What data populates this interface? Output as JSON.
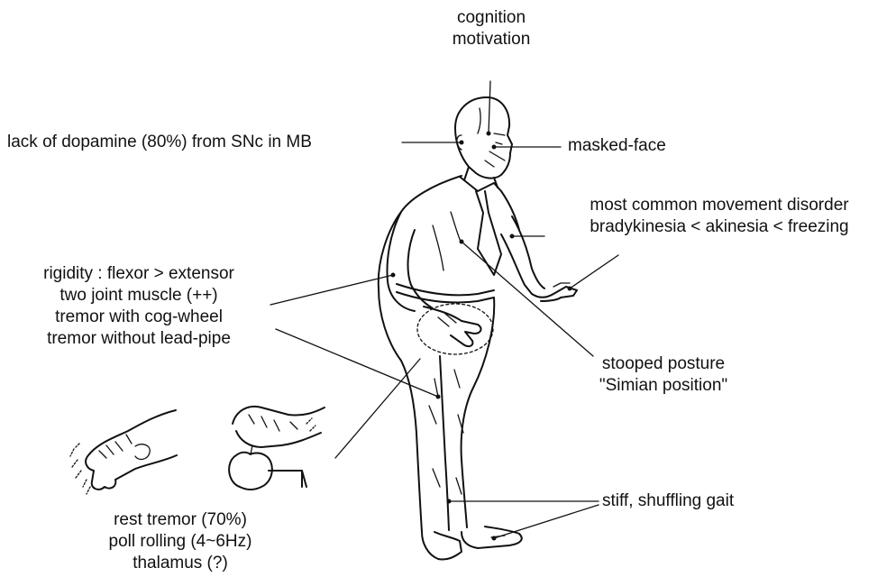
{
  "labels": {
    "brain": [
      "cognition",
      "motivation"
    ],
    "dopamine": "lack of dopamine (80%) from SNc in MB",
    "face": "masked-face",
    "movement": [
      "most common movement disorder",
      "bradykinesia < akinesia < freezing"
    ],
    "rigidity": [
      "rigidity : flexor > extensor",
      "two joint muscle (++)",
      "tremor with cog-wheel",
      "tremor without lead-pipe"
    ],
    "posture": [
      "stooped posture",
      "\"Simian position\""
    ],
    "gait": "stiff, shuffling gait",
    "tremor": [
      "rest tremor (70%)",
      "poll rolling (4~6Hz)",
      "thalamus (?)"
    ]
  },
  "colors": {
    "ink": "#111111",
    "background": "#ffffff"
  }
}
